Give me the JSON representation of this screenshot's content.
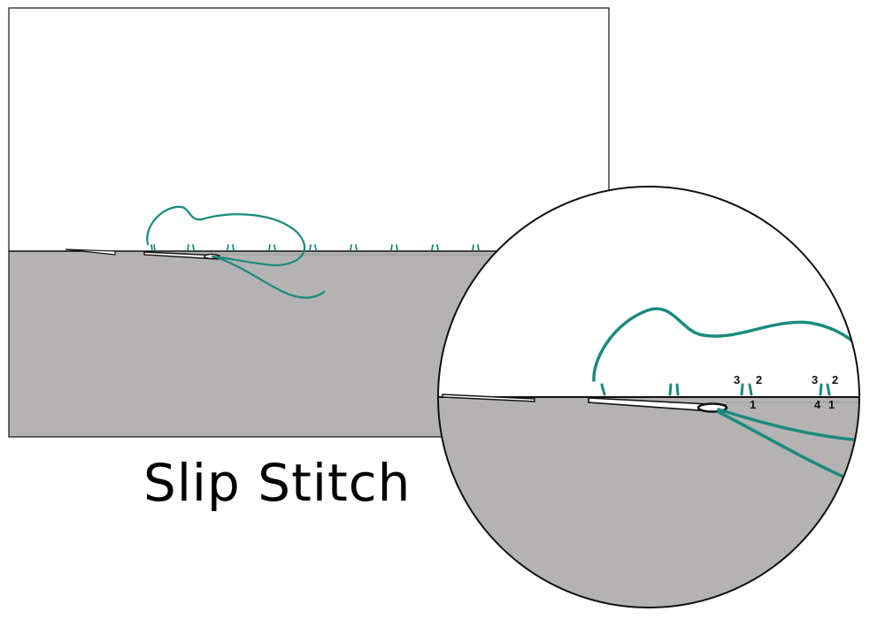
{
  "title": "Slip Stitch",
  "colors": {
    "fabric": "#b4b2b3",
    "thread": "#1a8a7e",
    "outline": "#111111",
    "background": "#ffffff"
  },
  "zoom_labels": {
    "left_top_3": "3",
    "left_top_2": "2",
    "left_bottom_1": "1",
    "right_top_3": "3",
    "right_top_2": "2",
    "right_bottom_4": "4",
    "right_bottom_1": "1"
  },
  "icons": {
    "needle": "needle-icon",
    "thread": "thread-icon"
  }
}
